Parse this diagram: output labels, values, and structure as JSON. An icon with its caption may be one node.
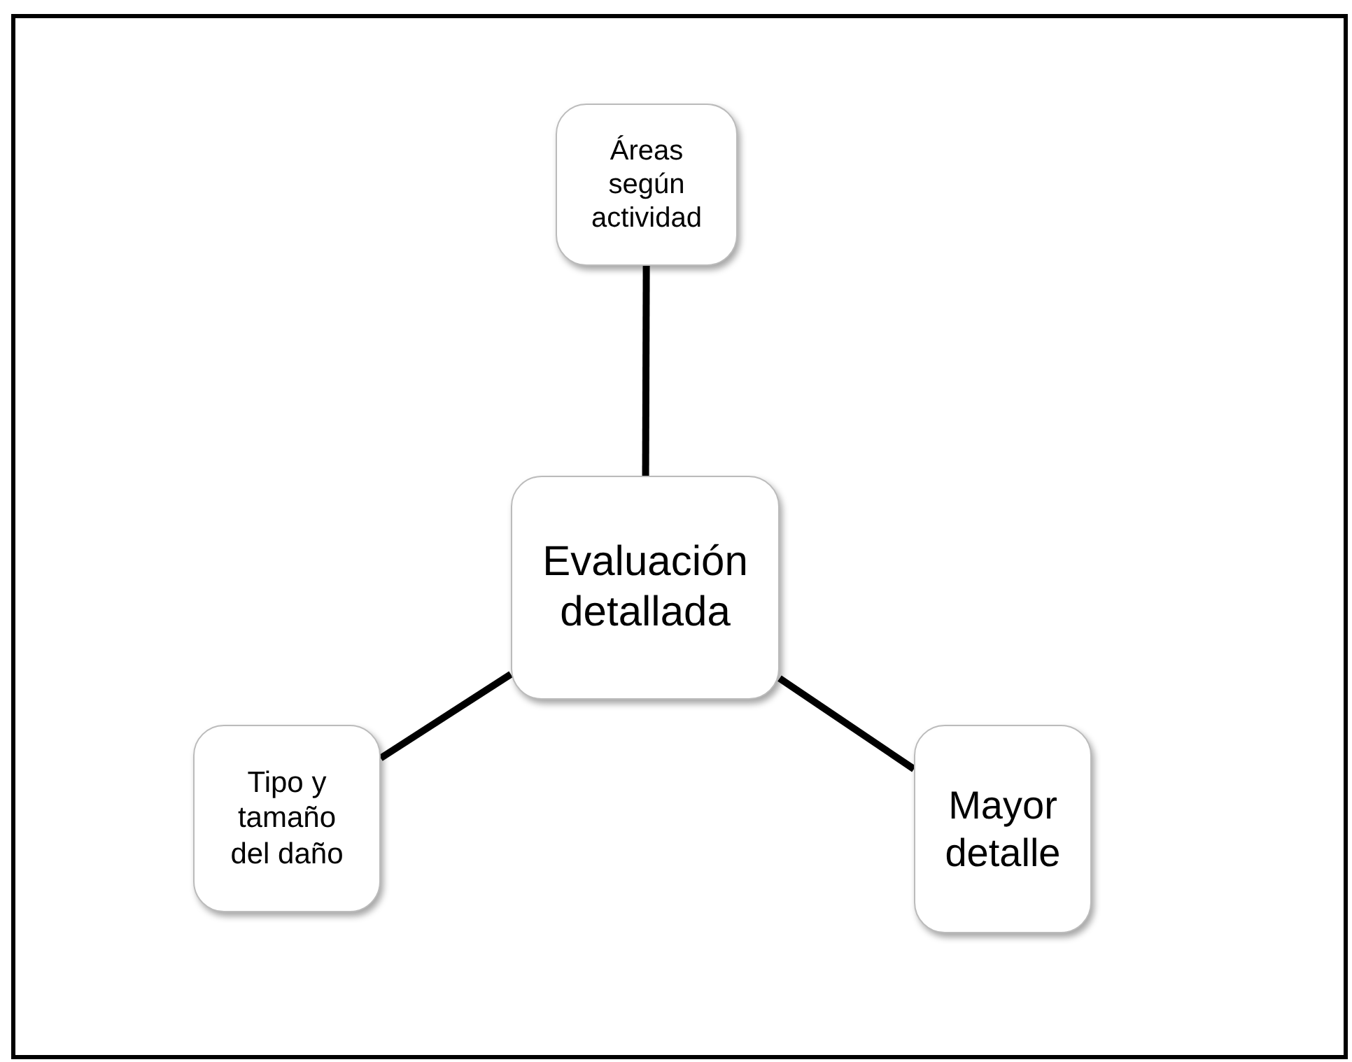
{
  "diagram": {
    "nodes": [
      {
        "text": [
          "Evaluación detallada"
        ]
      },
      {
        "text": [
          "Áreas según actividad"
        ]
      },
      {
        "text": [
          "Tipo y tamaño del daño"
        ]
      },
      {
        "text": [
          "Mayor detalle"
        ]
      }
    ],
    "edges": [
      {
        "from": 0,
        "to": 1,
        "arrow": "none"
      },
      {
        "from": 0,
        "to": 2,
        "arrow": "none"
      },
      {
        "from": 0,
        "to": 3,
        "arrow": "none"
      }
    ]
  }
}
